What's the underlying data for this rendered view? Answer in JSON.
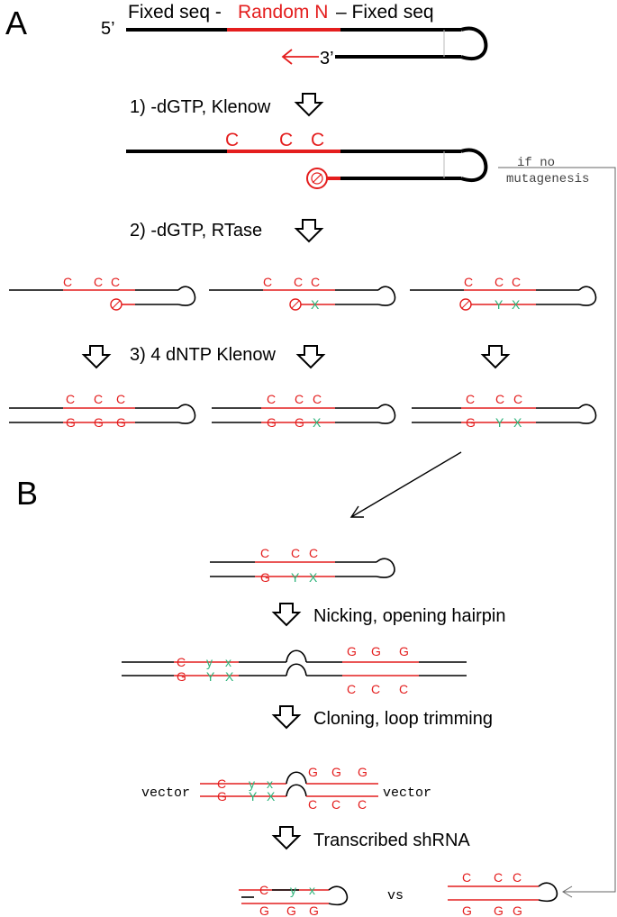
{
  "panel_a": {
    "label": "A",
    "five_prime": "5’",
    "three_prime": "3’",
    "fixed_left": "Fixed seq -",
    "random": "Random N",
    "fixed_right": "– Fixed seq",
    "step1": "1) -dGTP, Klenow",
    "step2": "2) -dGTP, RTase",
    "step3": "3) 4 dNTP Klenow",
    "if_no": "if no",
    "mutagenesis": "mutagenesis"
  },
  "panel_b": {
    "label": "B",
    "step_nick": "Nicking, opening hairpin",
    "step_clone": "Cloning, loop trimming",
    "step_transcribe": "Transcribed shRNA",
    "vector": "vector",
    "vs": "vs"
  },
  "bases": {
    "C": "C",
    "G": "G",
    "X": "X",
    "Y": "Y",
    "x": "x",
    "y": "y"
  },
  "colors": {
    "red": "#e41e1e",
    "green": "#2db37a",
    "black": "#000000"
  }
}
